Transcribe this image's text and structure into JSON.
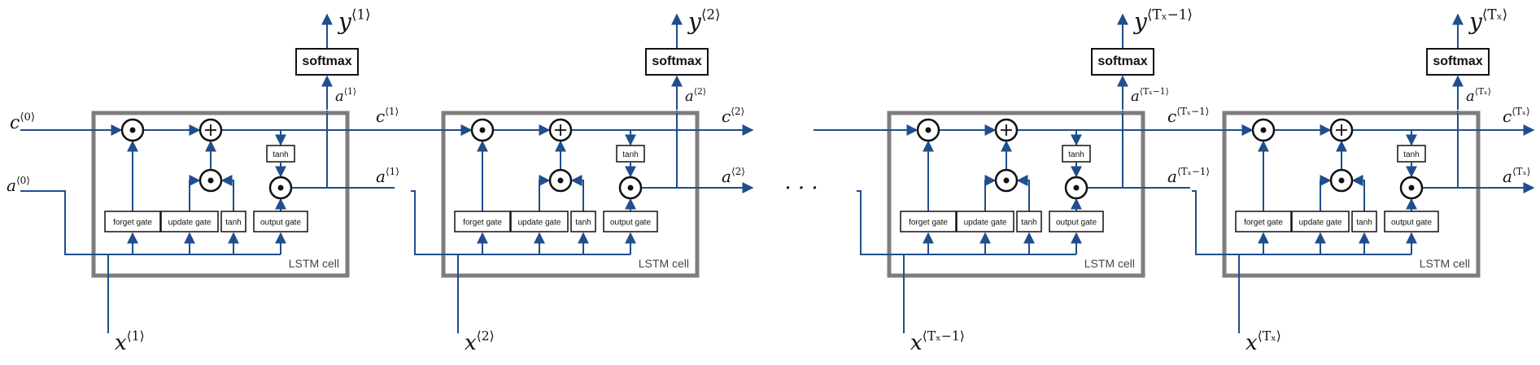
{
  "diagram": {
    "colors": {
      "wire": "#1f4e8c",
      "cell_border": "#7d7d7d",
      "box_border": "#111111",
      "text": "#111111"
    },
    "initial": {
      "c0": "c",
      "c0_sup": "⟨0⟩",
      "a0": "a",
      "a0_sup": "⟨0⟩"
    },
    "ellipsis": "· · ·",
    "cells": [
      {
        "cell_label": "LSTM cell",
        "softmax_label": "softmax",
        "forget_gate": "forget gate",
        "update_gate": "update gate",
        "tanh_gate": "tanh",
        "output_gate": "output gate",
        "tanh_box": "tanh",
        "multiply_symbol": "•",
        "add_symbol": "+",
        "y": "y",
        "y_sup": "⟨1⟩",
        "x": "x",
        "x_sup": "⟨1⟩",
        "c_out": "c",
        "c_out_sup": "⟨1⟩",
        "a_out": "a",
        "a_out_sup": "⟨1⟩",
        "a_up": "a",
        "a_up_sup": "⟨1⟩"
      },
      {
        "cell_label": "LSTM cell",
        "softmax_label": "softmax",
        "forget_gate": "forget gate",
        "update_gate": "update gate",
        "tanh_gate": "tanh",
        "output_gate": "output gate",
        "tanh_box": "tanh",
        "multiply_symbol": "•",
        "add_symbol": "+",
        "y": "y",
        "y_sup": "⟨2⟩",
        "x": "x",
        "x_sup": "⟨2⟩",
        "c_out": "c",
        "c_out_sup": "⟨2⟩",
        "a_out": "a",
        "a_out_sup": "⟨2⟩",
        "a_up": "a",
        "a_up_sup": "⟨2⟩"
      },
      {
        "cell_label": "LSTM cell",
        "softmax_label": "softmax",
        "forget_gate": "forget gate",
        "update_gate": "update gate",
        "tanh_gate": "tanh",
        "output_gate": "output gate",
        "tanh_box": "tanh",
        "multiply_symbol": "•",
        "add_symbol": "+",
        "y": "y",
        "y_sup": "⟨Tₓ−1⟩",
        "x": "x",
        "x_sup": "⟨Tₓ−1⟩",
        "c_out": "c",
        "c_out_sup": "⟨Tₓ−1⟩",
        "a_out": "a",
        "a_out_sup": "⟨Tₓ−1⟩",
        "a_up": "a",
        "a_up_sup": "⟨Tₓ−1⟩"
      },
      {
        "cell_label": "LSTM cell",
        "softmax_label": "softmax",
        "forget_gate": "forget gate",
        "update_gate": "update gate",
        "tanh_gate": "tanh",
        "output_gate": "output gate",
        "tanh_box": "tanh",
        "multiply_symbol": "•",
        "add_symbol": "+",
        "y": "y",
        "y_sup": "⟨Tₓ⟩",
        "x": "x",
        "x_sup": "⟨Tₓ⟩",
        "c_out": "c",
        "c_out_sup": "⟨Tₓ⟩",
        "a_out": "a",
        "a_out_sup": "⟨Tₓ⟩",
        "a_up": "a",
        "a_up_sup": "⟨Tₓ⟩"
      }
    ]
  }
}
